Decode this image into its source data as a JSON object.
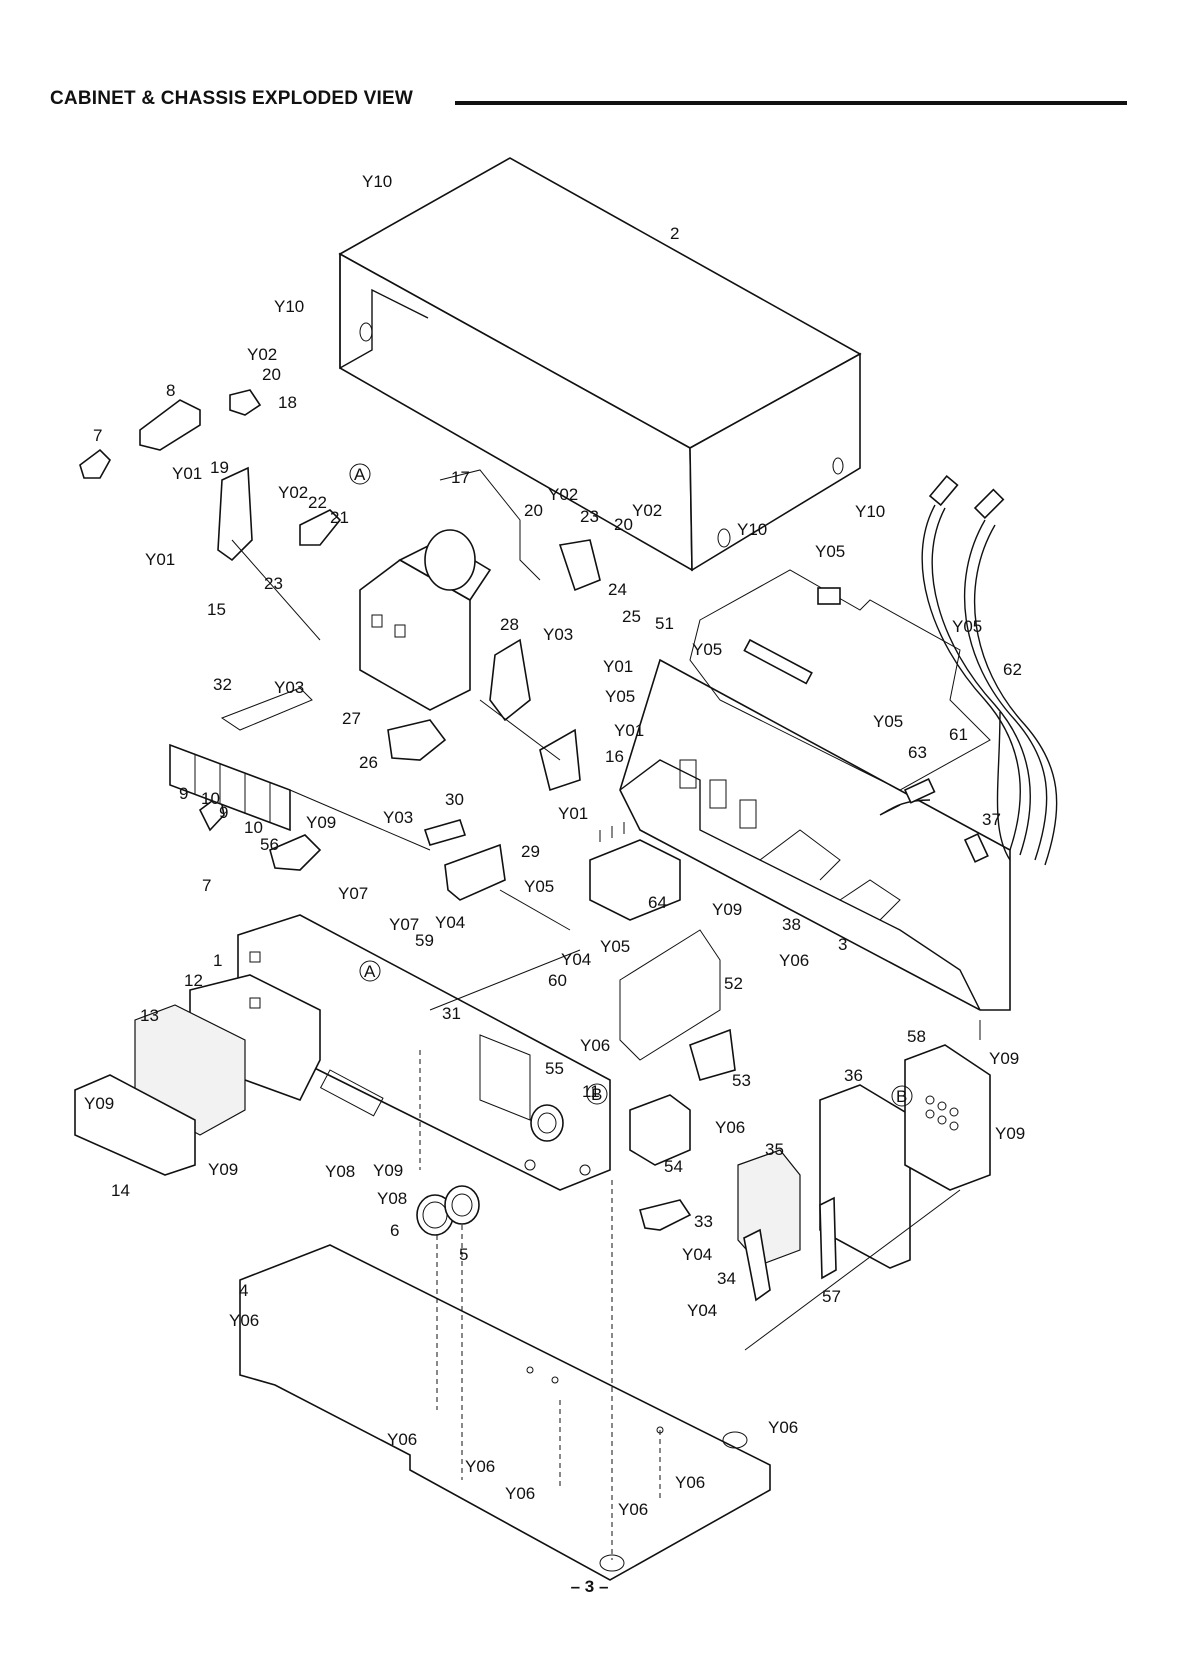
{
  "title": "CABINET & CHASSIS EXPLODED VIEW",
  "page_number": "– 3 –",
  "callouts": [
    {
      "id": "c1",
      "text": "Y10"
    },
    {
      "id": "c2",
      "text": "2"
    },
    {
      "id": "c3",
      "text": "Y10"
    },
    {
      "id": "c4",
      "text": "Y02"
    },
    {
      "id": "c5",
      "text": "20"
    },
    {
      "id": "c6",
      "text": "8"
    },
    {
      "id": "c7",
      "text": "18"
    },
    {
      "id": "c8",
      "text": "7"
    },
    {
      "id": "c9",
      "text": "Y01"
    },
    {
      "id": "c10",
      "text": "19"
    },
    {
      "id": "c11",
      "text": "Y02"
    },
    {
      "id": "c12",
      "text": "22"
    },
    {
      "id": "c13",
      "text": "21"
    },
    {
      "id": "c14",
      "text": "Y01"
    },
    {
      "id": "c15",
      "text": "23"
    },
    {
      "id": "c16",
      "text": "15"
    },
    {
      "id": "c17",
      "text": "A"
    },
    {
      "id": "c18",
      "text": "17"
    },
    {
      "id": "c19",
      "text": "Y02"
    },
    {
      "id": "c20",
      "text": "20"
    },
    {
      "id": "c21",
      "text": "23"
    },
    {
      "id": "c22",
      "text": "20"
    },
    {
      "id": "c23",
      "text": "Y02"
    },
    {
      "id": "c24",
      "text": "24"
    },
    {
      "id": "c25",
      "text": "Y10"
    },
    {
      "id": "c26",
      "text": "Y10"
    },
    {
      "id": "c27",
      "text": "Y05"
    },
    {
      "id": "c28",
      "text": "25"
    },
    {
      "id": "c29",
      "text": "51"
    },
    {
      "id": "c30",
      "text": "28"
    },
    {
      "id": "c31",
      "text": "Y03"
    },
    {
      "id": "c32",
      "text": "Y05"
    },
    {
      "id": "c33",
      "text": "Y05"
    },
    {
      "id": "c34",
      "text": "Y01"
    },
    {
      "id": "c35",
      "text": "Y05"
    },
    {
      "id": "c36",
      "text": "62"
    },
    {
      "id": "c37",
      "text": "32"
    },
    {
      "id": "c38",
      "text": "Y03"
    },
    {
      "id": "c39",
      "text": "27"
    },
    {
      "id": "c40",
      "text": "Y01"
    },
    {
      "id": "c41",
      "text": "Y05"
    },
    {
      "id": "c42",
      "text": "61"
    },
    {
      "id": "c43",
      "text": "26"
    },
    {
      "id": "c44",
      "text": "16"
    },
    {
      "id": "c45",
      "text": "63"
    },
    {
      "id": "c46",
      "text": "9"
    },
    {
      "id": "c47",
      "text": "10"
    },
    {
      "id": "c48",
      "text": "9"
    },
    {
      "id": "c49",
      "text": "10"
    },
    {
      "id": "c50",
      "text": "Y01"
    },
    {
      "id": "c51",
      "text": "Y03"
    },
    {
      "id": "c52",
      "text": "30"
    },
    {
      "id": "c53",
      "text": "37"
    },
    {
      "id": "c54",
      "text": "Y09"
    },
    {
      "id": "c55",
      "text": "56"
    },
    {
      "id": "c56",
      "text": "29"
    },
    {
      "id": "c57",
      "text": "7"
    },
    {
      "id": "c58",
      "text": "Y07"
    },
    {
      "id": "c59",
      "text": "Y05"
    },
    {
      "id": "c60",
      "text": "64"
    },
    {
      "id": "c61",
      "text": "Y09"
    },
    {
      "id": "c62",
      "text": "38"
    },
    {
      "id": "c63",
      "text": "Y07"
    },
    {
      "id": "c64",
      "text": "Y04"
    },
    {
      "id": "c65",
      "text": "59"
    },
    {
      "id": "c66",
      "text": "Y05"
    },
    {
      "id": "c67",
      "text": "3"
    },
    {
      "id": "c68",
      "text": "Y06"
    },
    {
      "id": "c69",
      "text": "1"
    },
    {
      "id": "c70",
      "text": "A"
    },
    {
      "id": "c71",
      "text": "Y04"
    },
    {
      "id": "c72",
      "text": "12"
    },
    {
      "id": "c73",
      "text": "60"
    },
    {
      "id": "c74",
      "text": "52"
    },
    {
      "id": "c75",
      "text": "31"
    },
    {
      "id": "c76",
      "text": "13"
    },
    {
      "id": "c77",
      "text": "Y06"
    },
    {
      "id": "c78",
      "text": "58"
    },
    {
      "id": "c79",
      "text": "Y09"
    },
    {
      "id": "c80",
      "text": "55"
    },
    {
      "id": "c81",
      "text": "53"
    },
    {
      "id": "c82",
      "text": "36"
    },
    {
      "id": "c83",
      "text": "Y09"
    },
    {
      "id": "c84",
      "text": "11"
    },
    {
      "id": "c85",
      "text": "B"
    },
    {
      "id": "c86",
      "text": "B"
    },
    {
      "id": "c87",
      "text": "Y09"
    },
    {
      "id": "c88",
      "text": "Y06"
    },
    {
      "id": "c89",
      "text": "Y09"
    },
    {
      "id": "c90",
      "text": "35"
    },
    {
      "id": "c91",
      "text": "Y08"
    },
    {
      "id": "c92",
      "text": "Y09"
    },
    {
      "id": "c93",
      "text": "54"
    },
    {
      "id": "c94",
      "text": "14"
    },
    {
      "id": "c95",
      "text": "Y08"
    },
    {
      "id": "c96",
      "text": "33"
    },
    {
      "id": "c97",
      "text": "6"
    },
    {
      "id": "c98",
      "text": "5"
    },
    {
      "id": "c99",
      "text": "Y04"
    },
    {
      "id": "c100",
      "text": "34"
    },
    {
      "id": "c101",
      "text": "57"
    },
    {
      "id": "c102",
      "text": "4"
    },
    {
      "id": "c103",
      "text": "Y04"
    },
    {
      "id": "c104",
      "text": "Y06"
    },
    {
      "id": "c105",
      "text": "Y06"
    },
    {
      "id": "c106",
      "text": "Y06"
    },
    {
      "id": "c107",
      "text": "Y06"
    },
    {
      "id": "c108",
      "text": "Y06"
    },
    {
      "id": "c109",
      "text": "Y06"
    },
    {
      "id": "c110",
      "text": "Y06"
    }
  ]
}
